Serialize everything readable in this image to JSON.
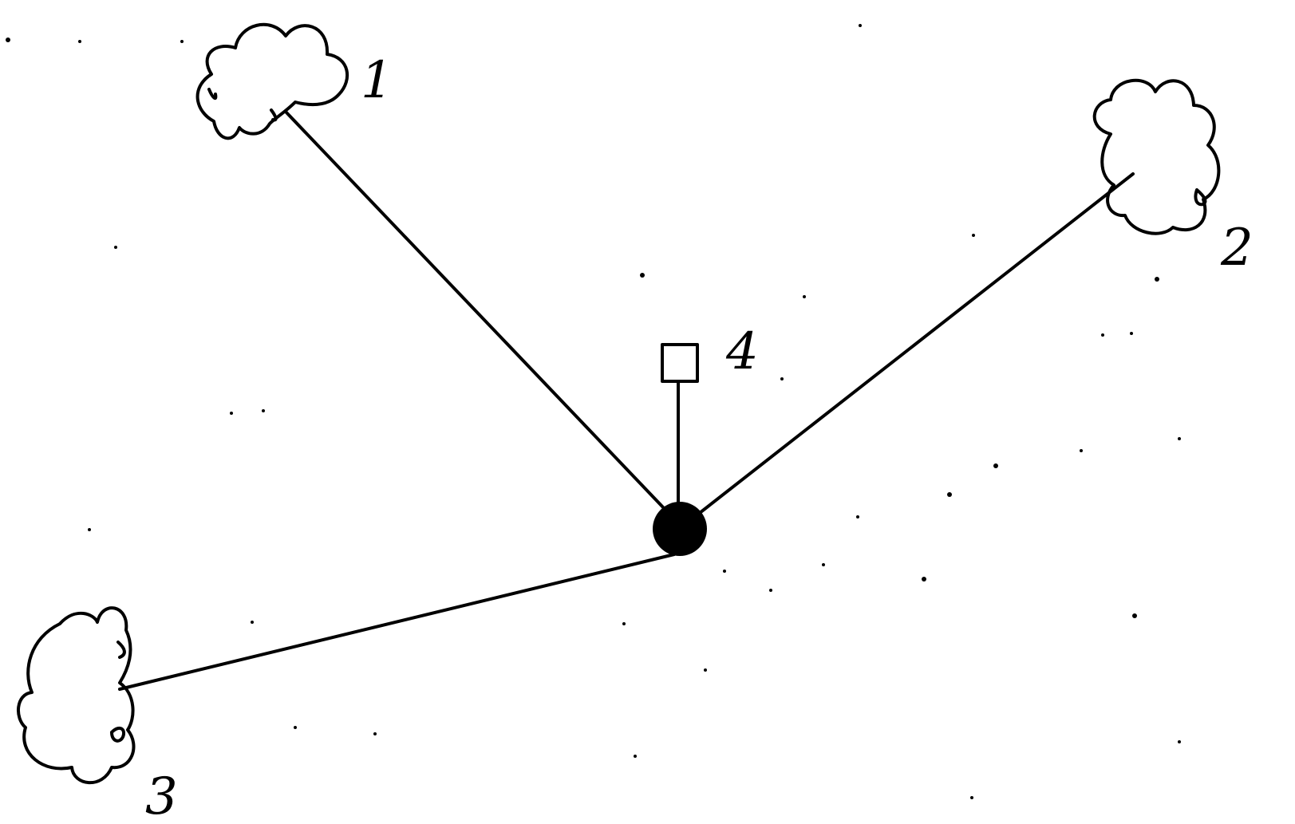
{
  "diagram": {
    "nodes": [
      {
        "id": "cloud-1",
        "shape": "cloud",
        "label": "1"
      },
      {
        "id": "cloud-2",
        "shape": "cloud",
        "label": "2"
      },
      {
        "id": "cloud-3",
        "shape": "cloud",
        "label": "3"
      },
      {
        "id": "square-4",
        "shape": "square",
        "label": "4"
      },
      {
        "id": "hub",
        "shape": "filled-circle",
        "label": ""
      }
    ],
    "edges": [
      {
        "from": "hub",
        "to": "cloud-1"
      },
      {
        "from": "hub",
        "to": "cloud-2"
      },
      {
        "from": "hub",
        "to": "cloud-3"
      },
      {
        "from": "hub",
        "to": "square-4"
      }
    ],
    "colors": {
      "ink": "#000000",
      "paper": "#ffffff"
    }
  }
}
